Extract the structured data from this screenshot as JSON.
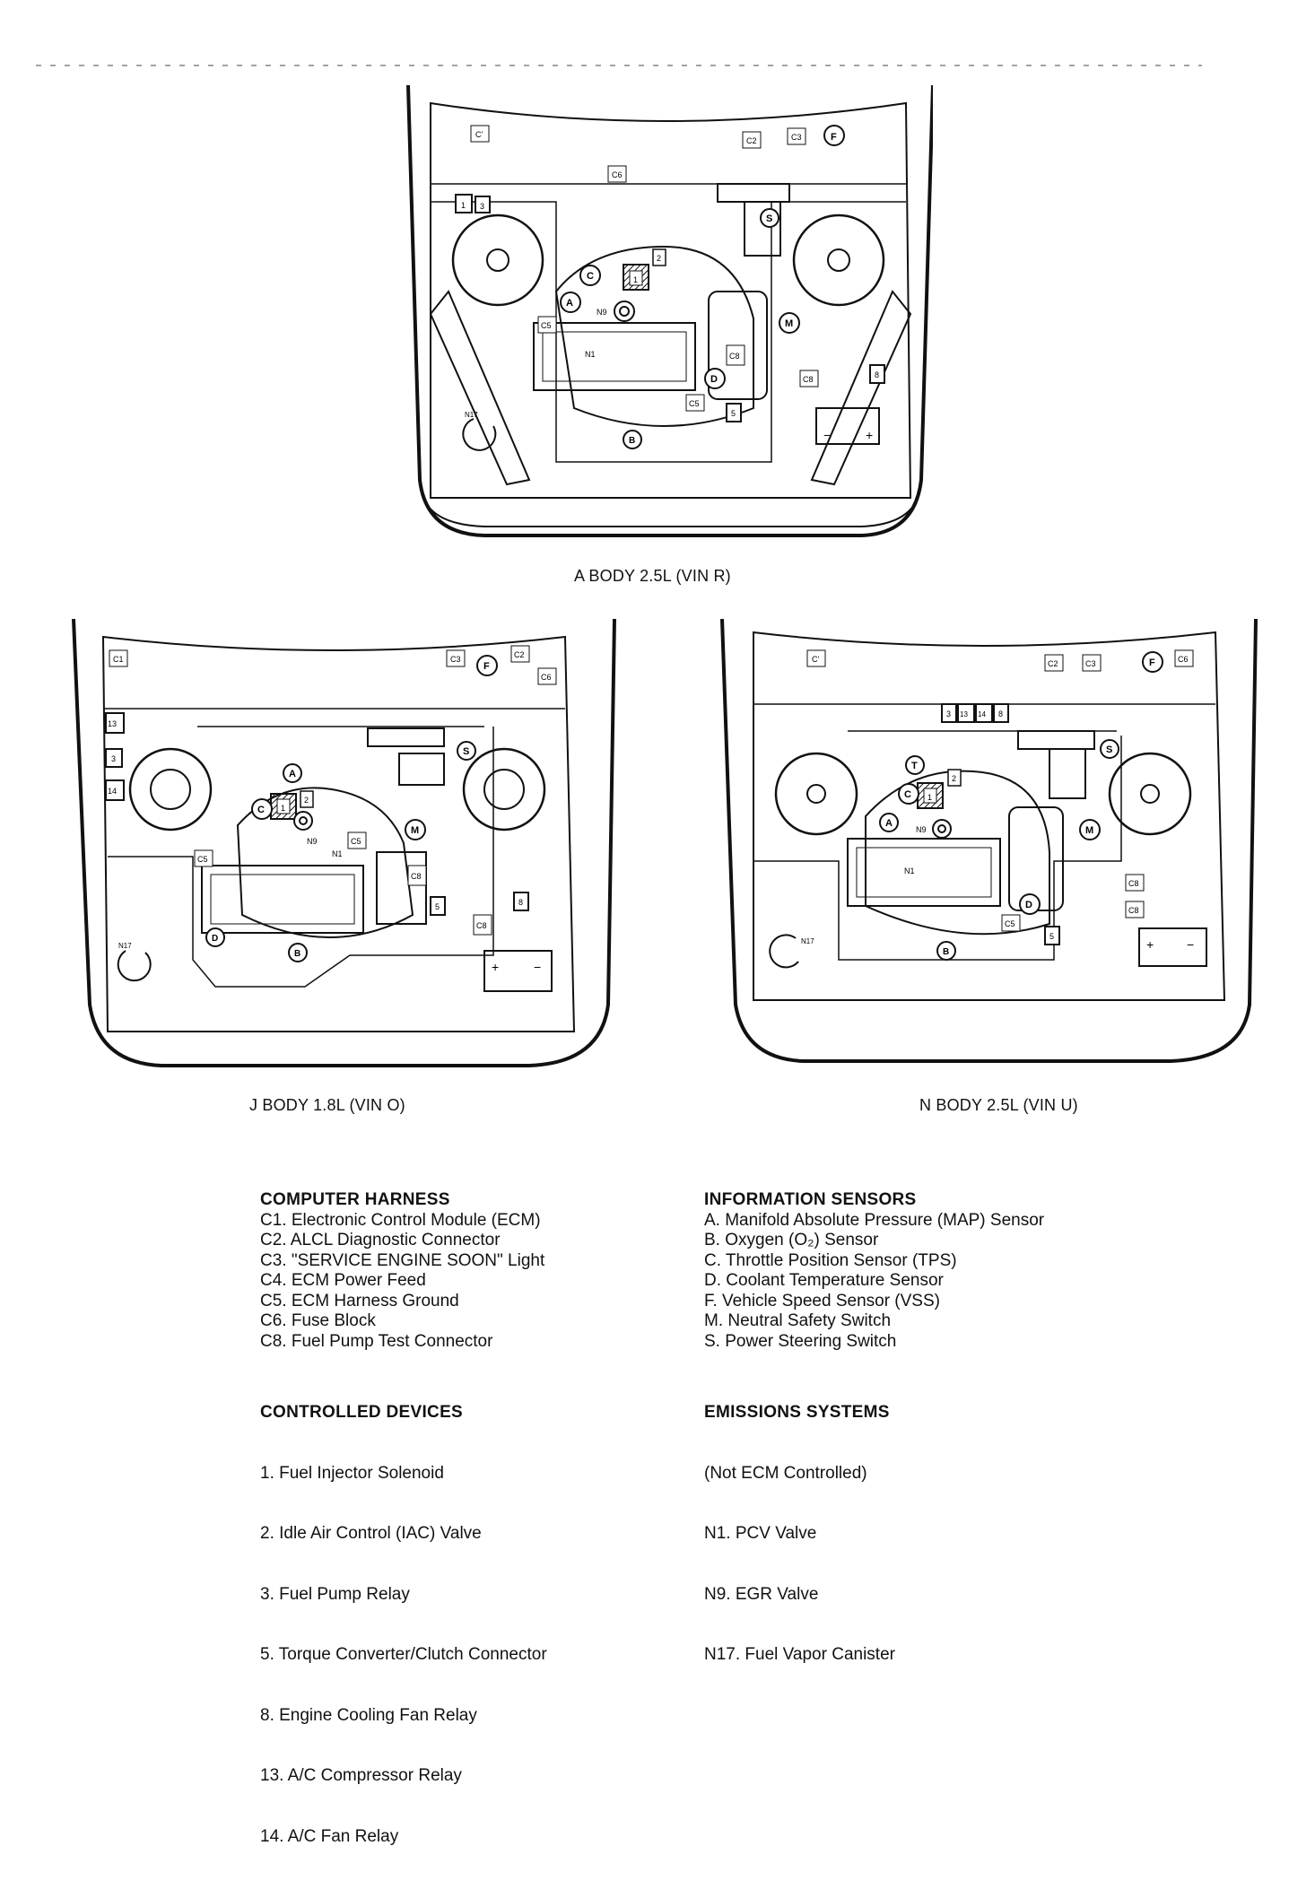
{
  "diagrams": [
    {
      "id": "a",
      "caption": "A BODY 2.5L (VIN R)"
    },
    {
      "id": "j",
      "caption": "J BODY 1.8L (VIN O)"
    },
    {
      "id": "n",
      "caption": "N BODY 2.5L (VIN U)"
    }
  ],
  "labels": {
    "c1": "C1",
    "c1_alt": "C'",
    "c2": "C2",
    "c3": "C3",
    "c5": "C5",
    "c6": "C6",
    "c8": "C8",
    "n1": "N1",
    "n9": "N9",
    "n17": "N17",
    "a": "A",
    "b": "B",
    "c": "C",
    "d": "D",
    "f": "F",
    "m": "M",
    "s": "S",
    "t": "T",
    "r1": "1",
    "r2": "2",
    "r3": "3",
    "r5": "5",
    "r8": "8",
    "r13": "13",
    "r14": "14",
    "plus": "+",
    "minus": "−"
  },
  "legend": {
    "computer_harness": {
      "title": "COMPUTER HARNESS",
      "items": [
        "C1. Electronic Control Module (ECM)",
        "C2. ALCL Diagnostic Connector",
        "C3. \"SERVICE ENGINE SOON\" Light",
        "C4. ECM Power Feed",
        "C5. ECM Harness Ground",
        "C6. Fuse Block",
        "C8. Fuel Pump Test Connector"
      ]
    },
    "controlled_devices": {
      "title": "CONTROLLED DEVICES",
      "items": [
        " 1. Fuel Injector Solenoid",
        " 2. Idle Air Control (IAC) Valve",
        " 3. Fuel Pump Relay",
        " 5. Torque Converter/Clutch Connector",
        " 8. Engine Cooling Fan Relay",
        "13. A/C Compressor Relay",
        "14. A/C Fan Relay"
      ]
    },
    "information_sensors": {
      "title": "INFORMATION SENSORS",
      "items": [
        "A. Manifold Absolute Pressure (MAP) Sensor",
        "B. Oxygen (O₂) Sensor",
        "C. Throttle Position Sensor (TPS)",
        "D. Coolant Temperature Sensor",
        "F. Vehicle Speed Sensor (VSS)",
        "M. Neutral Safety Switch",
        "S. Power Steering Switch"
      ]
    },
    "emissions_systems": {
      "title": "EMISSIONS SYSTEMS",
      "items": [
        "(Not ECM Controlled)",
        "  N1. PCV Valve",
        "  N9. EGR Valve",
        "N17. Fuel Vapor Canister"
      ]
    }
  }
}
